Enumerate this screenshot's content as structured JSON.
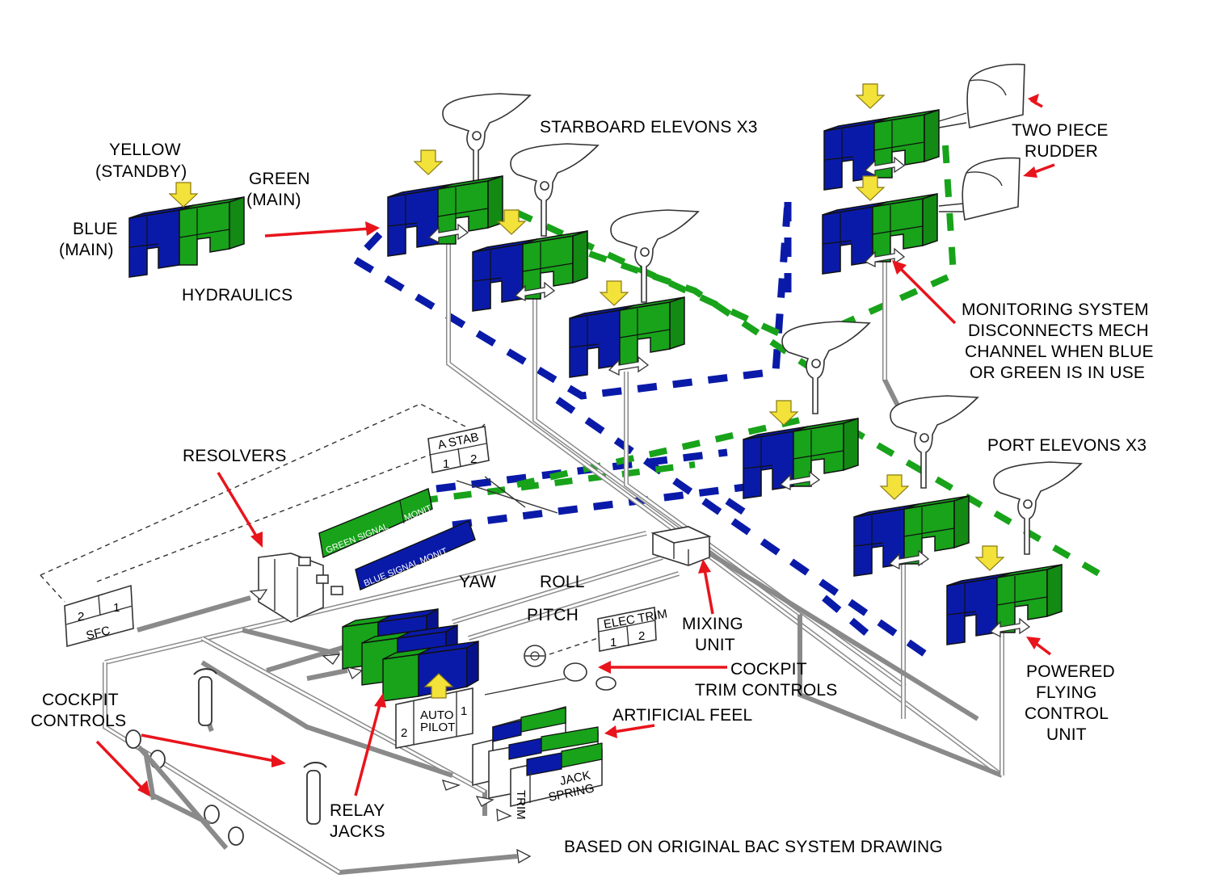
{
  "labels": {
    "yellow": "YELLOW",
    "yellow_sub": "(STANDBY)",
    "green": "GREEN",
    "green_sub": "(MAIN)",
    "blue": "BLUE",
    "blue_sub": "(MAIN)",
    "hydraulics": "HYDRAULICS",
    "starboard_elevons": "STARBOARD ELEVONS X3",
    "two_piece_rudder_1": "TWO PIECE",
    "two_piece_rudder_2": "RUDDER",
    "monitoring_1": "MONITORING SYSTEM",
    "monitoring_2": "DISCONNECTS MECH",
    "monitoring_3": "CHANNEL WHEN BLUE",
    "monitoring_4": "OR GREEN IS IN USE",
    "port_elevons": "PORT ELEVONS X3",
    "resolvers": "RESOLVERS",
    "yaw": "YAW",
    "roll": "ROLL",
    "pitch": "PITCH",
    "mixing_1": "MIXING",
    "mixing_2": "UNIT",
    "cockpit_trim_1": "COCKPIT",
    "cockpit_trim_2": "TRIM CONTROLS",
    "artificial_feel": "ARTIFICIAL FEEL",
    "pfcu_1": "POWERED",
    "pfcu_2": "FLYING",
    "pfcu_3": "CONTROL",
    "pfcu_4": "UNIT",
    "cockpit_controls_1": "COCKPIT",
    "cockpit_controls_2": "CONTROLS",
    "relay_jacks_1": "RELAY",
    "relay_jacks_2": "JACKS",
    "credit": "BASED ON ORIGINAL BAC SYSTEM DRAWING"
  },
  "boxes": {
    "astab_title": "A STAB",
    "astab_1": "1",
    "astab_2": "2",
    "sfc_2": "2",
    "sfc_1": "1",
    "sfc_label": "SFC",
    "electrim_title": "ELEC TRIM",
    "electrim_1": "1",
    "electrim_2": "2",
    "autopilot_2": "2",
    "autopilot_label_1": "AUTO",
    "autopilot_label_2": "PILOT",
    "autopilot_1": "1",
    "green_signal": "GREEN SIGNAL",
    "green_signal_monit": "MONIT",
    "blue_signal": "BLUE SIGNAL MONIT",
    "jack": "JACK",
    "spring": "SPRING",
    "trim": "TRIM"
  },
  "colors": {
    "blue_system": "#0a1aa8",
    "green_system": "#18a31a",
    "yellow_arrow": "#f2e23a",
    "annotation_arrow": "#e8141c"
  }
}
